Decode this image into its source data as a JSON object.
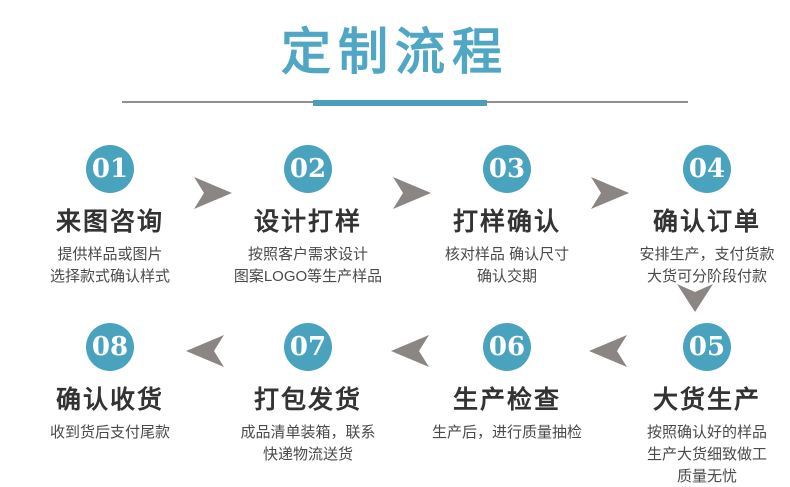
{
  "title": {
    "text": "定制流程"
  },
  "colors": {
    "accent_title": "#4FA7C5",
    "accent_circle": "#49A2BE",
    "accent_bar": "#4A9FBB",
    "divider_line": "#8F8F8F",
    "arrow_color": "#8B8683",
    "heading_text": "#333333",
    "body_text": "#4A4A4A"
  },
  "icons": {
    "arrow_right": "arrow-right-icon",
    "arrow_left": "arrow-left-icon",
    "arrow_down": "arrow-down-icon"
  },
  "steps": [
    {
      "number": "01",
      "title": "来图咨询",
      "desc": [
        "提供样品或图片",
        "选择款式确认样式"
      ]
    },
    {
      "number": "02",
      "title": "设计打样",
      "desc": [
        "按照客户需求设计",
        "图案LOGO等生产样品"
      ]
    },
    {
      "number": "03",
      "title": "打样确认",
      "desc": [
        "核对样品 确认尺寸",
        "确认交期"
      ]
    },
    {
      "number": "04",
      "title": "确认订单",
      "desc": [
        "安排生产，支付货款",
        "大货可分阶段付款"
      ]
    },
    {
      "number": "05",
      "title": "大货生产",
      "desc": [
        "按照确认好的样品",
        "生产大货细致做工",
        "质量无忧"
      ]
    },
    {
      "number": "06",
      "title": "生产检查",
      "desc": [
        "生产后，进行质量抽检"
      ]
    },
    {
      "number": "07",
      "title": "打包发货",
      "desc": [
        "成品清单装箱，联系",
        "快递物流送货"
      ]
    },
    {
      "number": "08",
      "title": "确认收货",
      "desc": [
        "收到货后支付尾款"
      ]
    }
  ]
}
